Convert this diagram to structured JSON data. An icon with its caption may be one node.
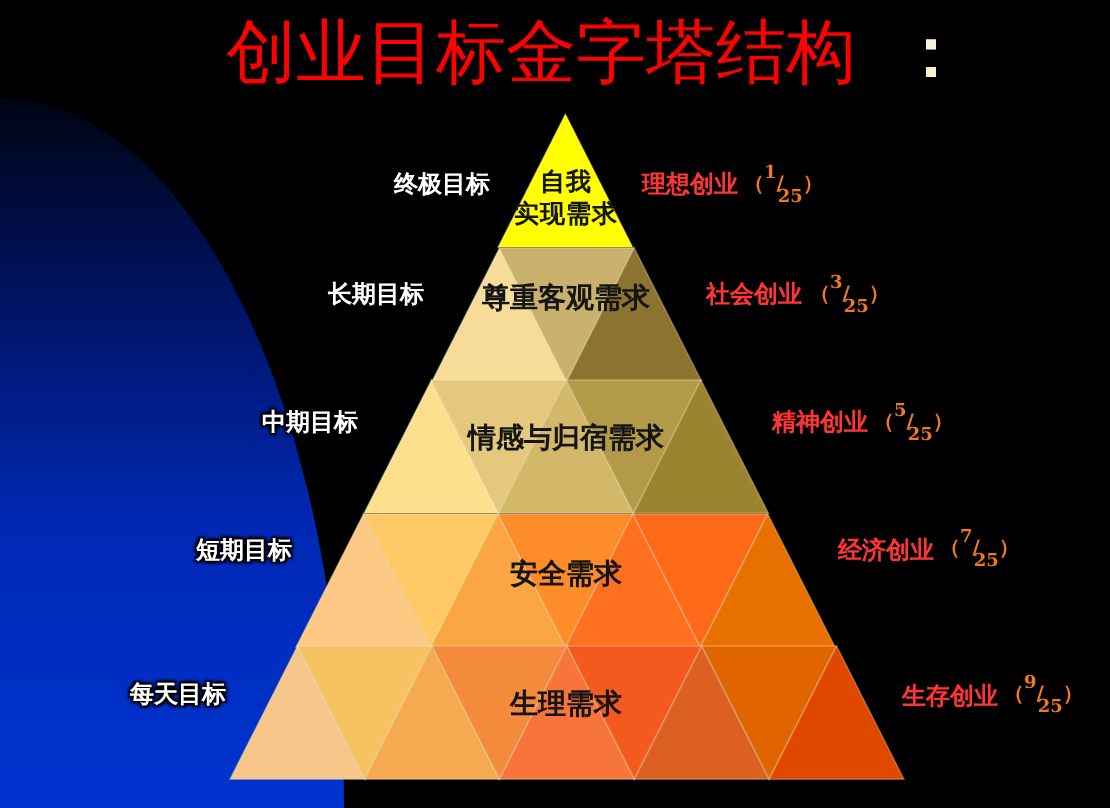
{
  "diagram": {
    "title": "创业目标金字塔结构：",
    "nodes": [
      {
        "text": [
          "自我实现需求"
        ],
        "beside": [
          "终极目标",
          "理想创业",
          "（$^{1}$/$_{25}$）"
        ]
      },
      {
        "text": [
          "尊重客观需求"
        ],
        "beside": [
          "长期目标",
          "社会创业",
          "（$^{3}$/$_{25}$）"
        ]
      },
      {
        "text": [
          "情感与归宿需求"
        ],
        "beside": [
          "中期目标",
          "精神创业",
          "（$^{5}$/$_{25}$）"
        ]
      },
      {
        "text": [
          "安全需求"
        ],
        "beside": [
          "短期目标",
          "经济创业",
          "（$^{7}$/$_{25}$）"
        ]
      },
      {
        "text": [
          "生理需求"
        ],
        "beside": [
          "每天目标",
          "生存创业",
          "（$^{9}$/$_{25}$）"
        ]
      }
    ]
  }
}
